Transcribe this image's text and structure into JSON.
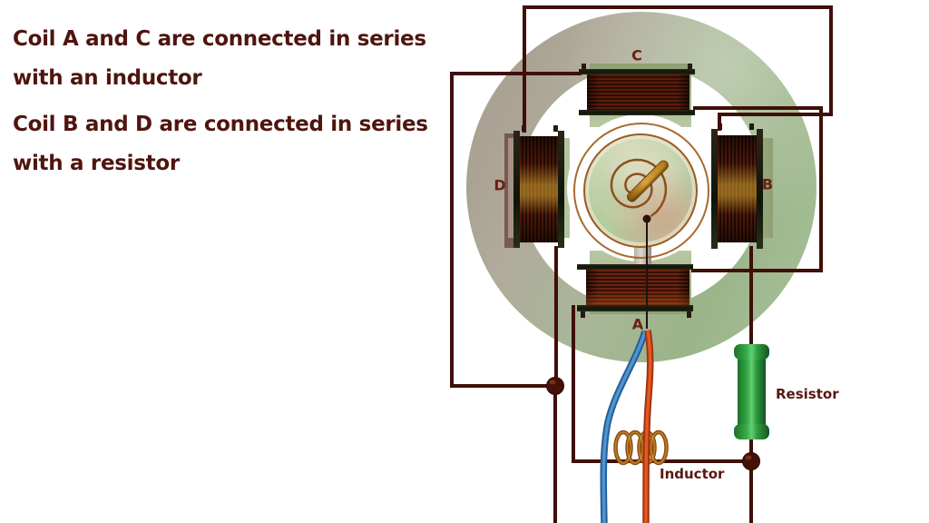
{
  "annotations": [
    {
      "text": "Coil A and C are connected in series\nwith an inductor"
    },
    {
      "text": "Coil B and D are connected in series\nwith a resistor"
    }
  ],
  "motor": {
    "coil_labels": {
      "top": "C",
      "left": "D",
      "right": "B",
      "bottom": "A"
    }
  },
  "components": {
    "resistor_label": "Resistor",
    "inductor_label": "Inductor"
  },
  "colors": {
    "annotation_text": "#4f150e",
    "wire": "#3f0f08",
    "resistor_body": "#2f9e40",
    "wire_blue": "#4f94cf",
    "wire_orange": "#e05a20",
    "copper": "#a05c20",
    "stator_green": "#9bb48a"
  }
}
